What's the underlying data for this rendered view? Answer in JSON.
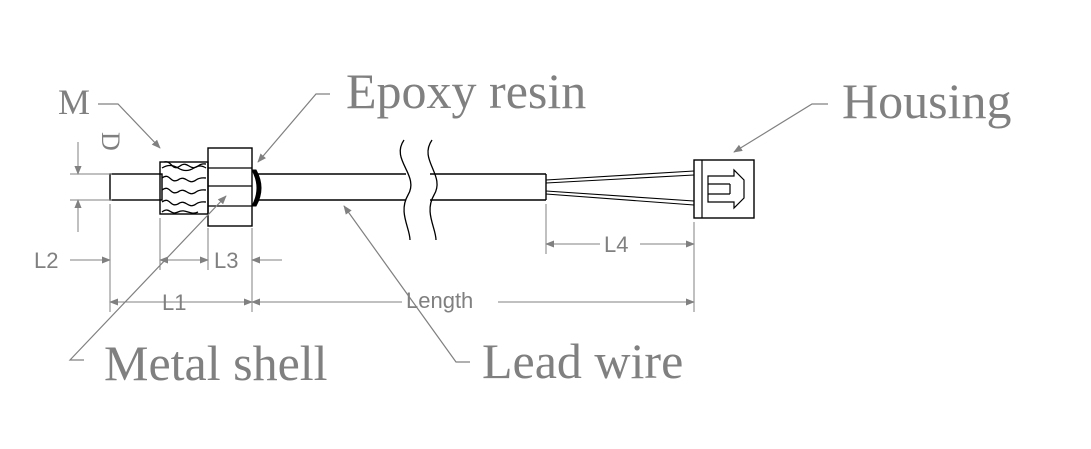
{
  "labels": {
    "m": "M",
    "d": "D",
    "epoxy_resin": "Epoxy resin",
    "housing": "Housing",
    "metal_shell": "Metal shell",
    "lead_wire": "Lead wire"
  },
  "dimensions": {
    "l1": "L1",
    "l2": "L2",
    "l3": "L3",
    "l4": "L4",
    "length": "Length"
  },
  "colors": {
    "line": "#000000",
    "annotation": "#808080",
    "background": "#ffffff"
  }
}
